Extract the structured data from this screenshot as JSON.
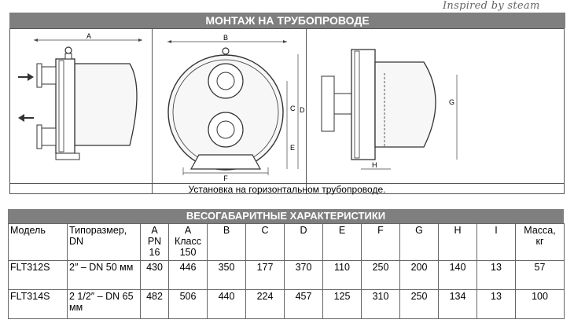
{
  "brand": "Inspired by steam",
  "mounting": {
    "title": "МОНТАЖ НА ТРУБОПРОВОДЕ",
    "caption": "Установка на горизонтальном трубопроводе.",
    "dim_labels": {
      "a": "A",
      "b": "B",
      "c": "C",
      "d": "D",
      "e": "E",
      "f": "F",
      "g": "G",
      "h": "H"
    }
  },
  "specs": {
    "title": "ВЕСОГАБАРИТНЫЕ ХАРАКТЕРИСТИКИ",
    "headers": {
      "model": "Модель",
      "size": [
        "Типоразмер,",
        "DN"
      ],
      "a_pn": [
        "A",
        "PN 16"
      ],
      "a_class": [
        "A",
        "Класс",
        "150"
      ],
      "b": "B",
      "c": "C",
      "d": "D",
      "e": "E",
      "f": "F",
      "g": "G",
      "h": "H",
      "i": "I",
      "mass": [
        "Масса,",
        "кг"
      ]
    },
    "rows": [
      {
        "model": "FLT312S",
        "size": "2″ – DN 50 мм",
        "a_pn": "430",
        "a_class": "446",
        "b": "350",
        "c": "177",
        "d": "370",
        "e": "110",
        "f": "250",
        "g": "200",
        "h": "140",
        "i": "13",
        "mass": "57"
      },
      {
        "model": "FLT314S",
        "size": "2 1/2″ – DN 65 мм",
        "a_pn": "482",
        "a_class": "506",
        "b": "440",
        "c": "224",
        "d": "457",
        "e": "125",
        "f": "310",
        "g": "250",
        "h": "134",
        "i": "13",
        "mass": "100"
      }
    ]
  }
}
